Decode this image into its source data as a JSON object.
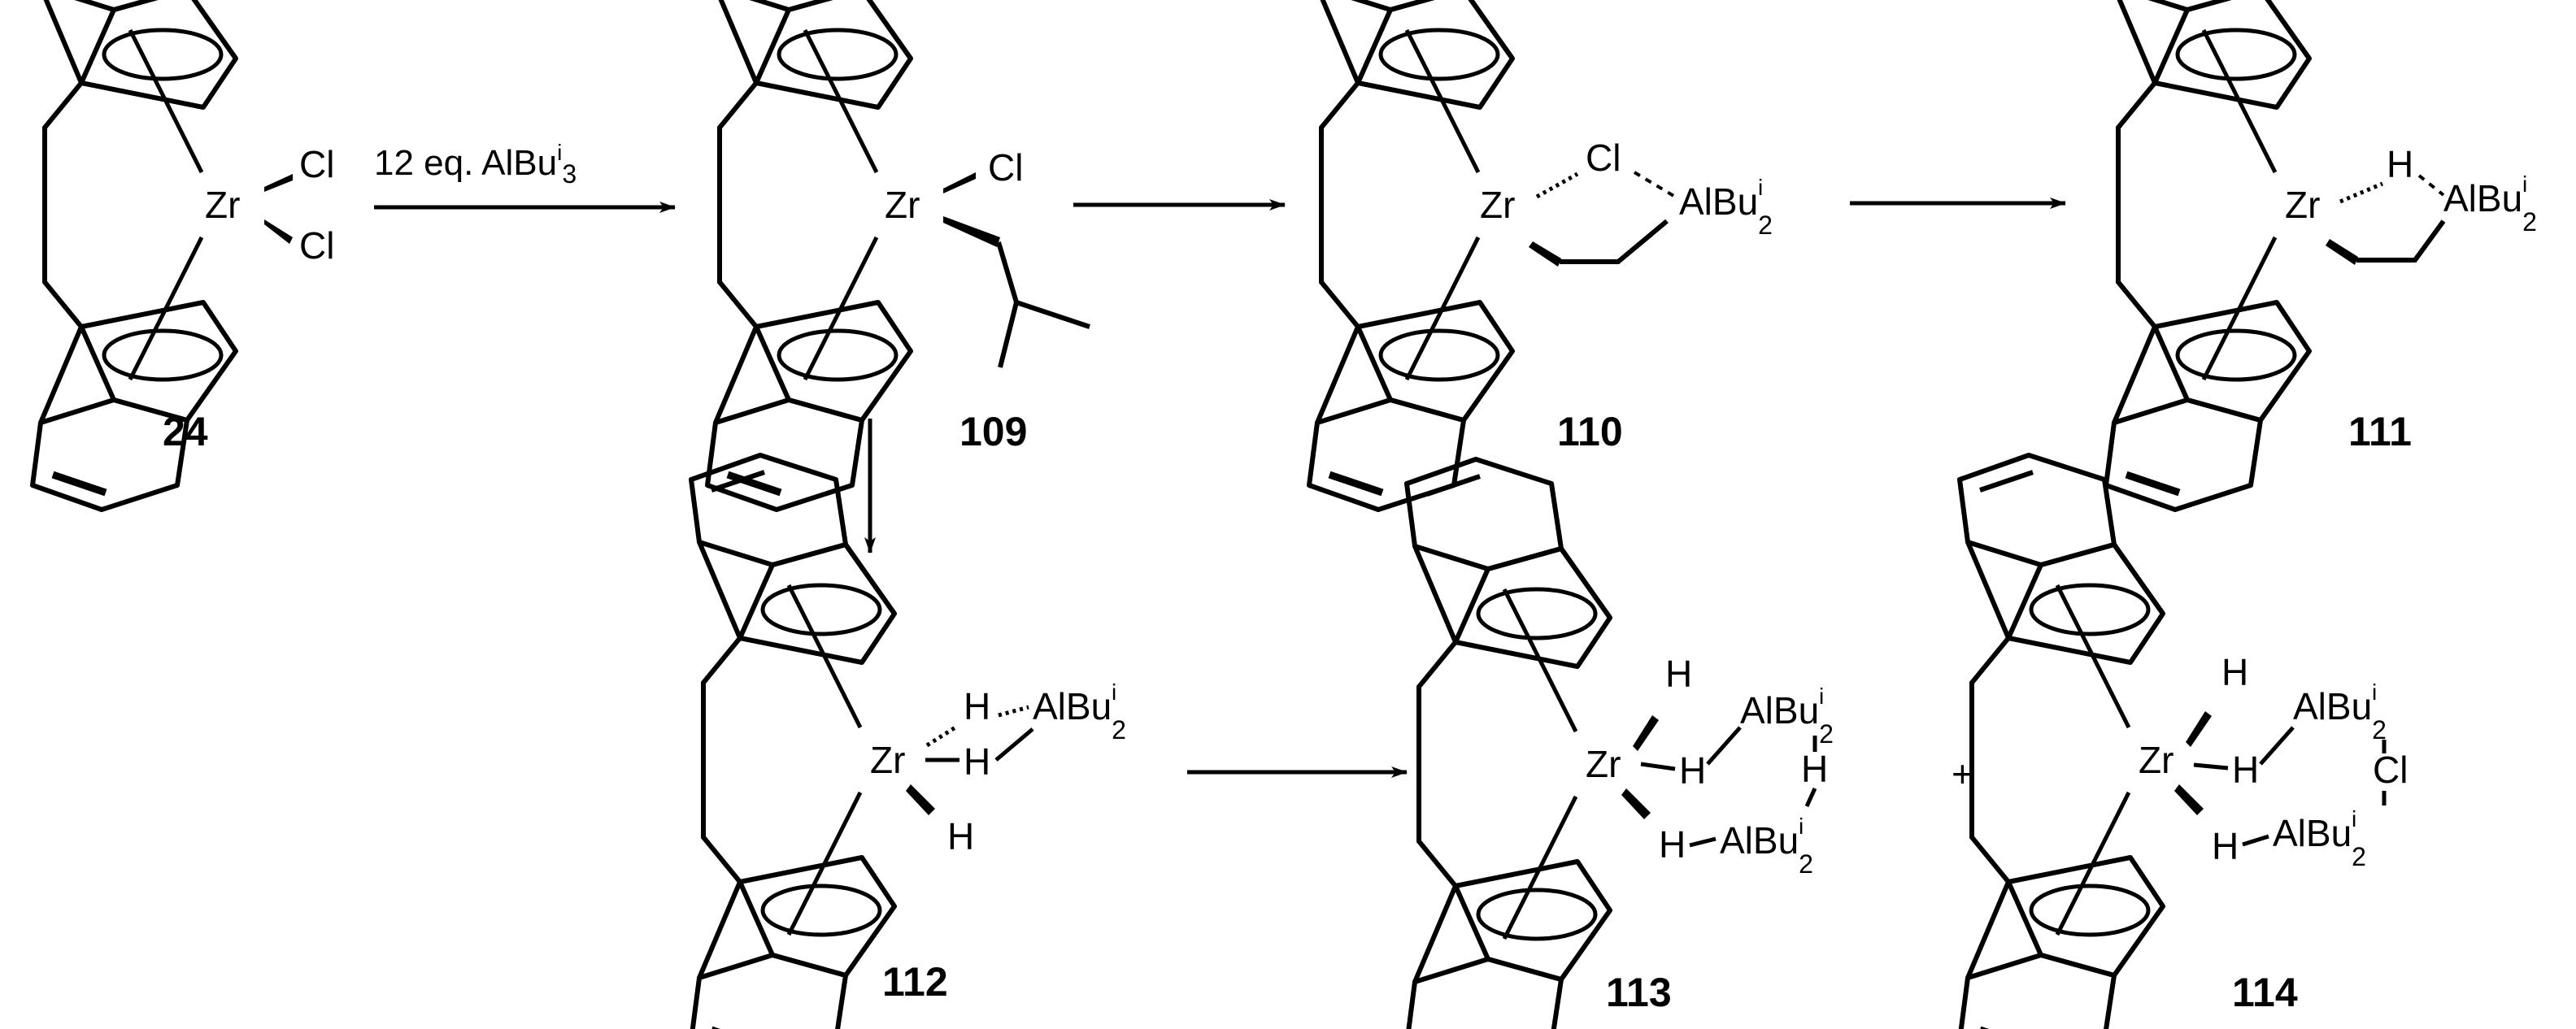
{
  "scheme": {
    "condition": {
      "main": "12 eq. AlBu",
      "sup": "i",
      "sub": "3"
    },
    "plus": "+",
    "compounds": [
      {
        "id": "24",
        "label": "24",
        "atoms": {
          "zr": "Zr",
          "cl1": "Cl",
          "cl2": "Cl"
        }
      },
      {
        "id": "109",
        "label": "109",
        "atoms": {
          "zr": "Zr",
          "cl": "Cl"
        }
      },
      {
        "id": "110",
        "label": "110",
        "atoms": {
          "zr": "Zr",
          "cl": "Cl",
          "al": "AlBu",
          "al_sup": "i",
          "al_sub": "2"
        }
      },
      {
        "id": "111",
        "label": "111",
        "atoms": {
          "zr": "Zr",
          "h": "H",
          "al": "AlBu",
          "al_sup": "i",
          "al_sub": "2"
        }
      },
      {
        "id": "112",
        "label": "112",
        "atoms": {
          "zr": "Zr",
          "h1": "H",
          "h2": "H",
          "h3": "H",
          "al": "AlBu",
          "al_sup": "i",
          "al_sub": "2"
        }
      },
      {
        "id": "113",
        "label": "113",
        "atoms": {
          "zr": "Zr",
          "h1": "H",
          "h2": "H",
          "h3": "H",
          "h4": "H",
          "al1": "AlBu",
          "al1_sup": "i",
          "al1_sub": "2",
          "al2": "AlBu",
          "al2_sup": "i",
          "al2_sub": "2"
        }
      },
      {
        "id": "114",
        "label": "114",
        "atoms": {
          "zr": "Zr",
          "h1": "H",
          "h2": "H",
          "h3": "H",
          "cl": "Cl",
          "al1": "AlBu",
          "al1_sup": "i",
          "al1_sub": "2",
          "al2": "AlBu",
          "al2_sup": "i",
          "al2_sub": "2"
        }
      }
    ]
  }
}
